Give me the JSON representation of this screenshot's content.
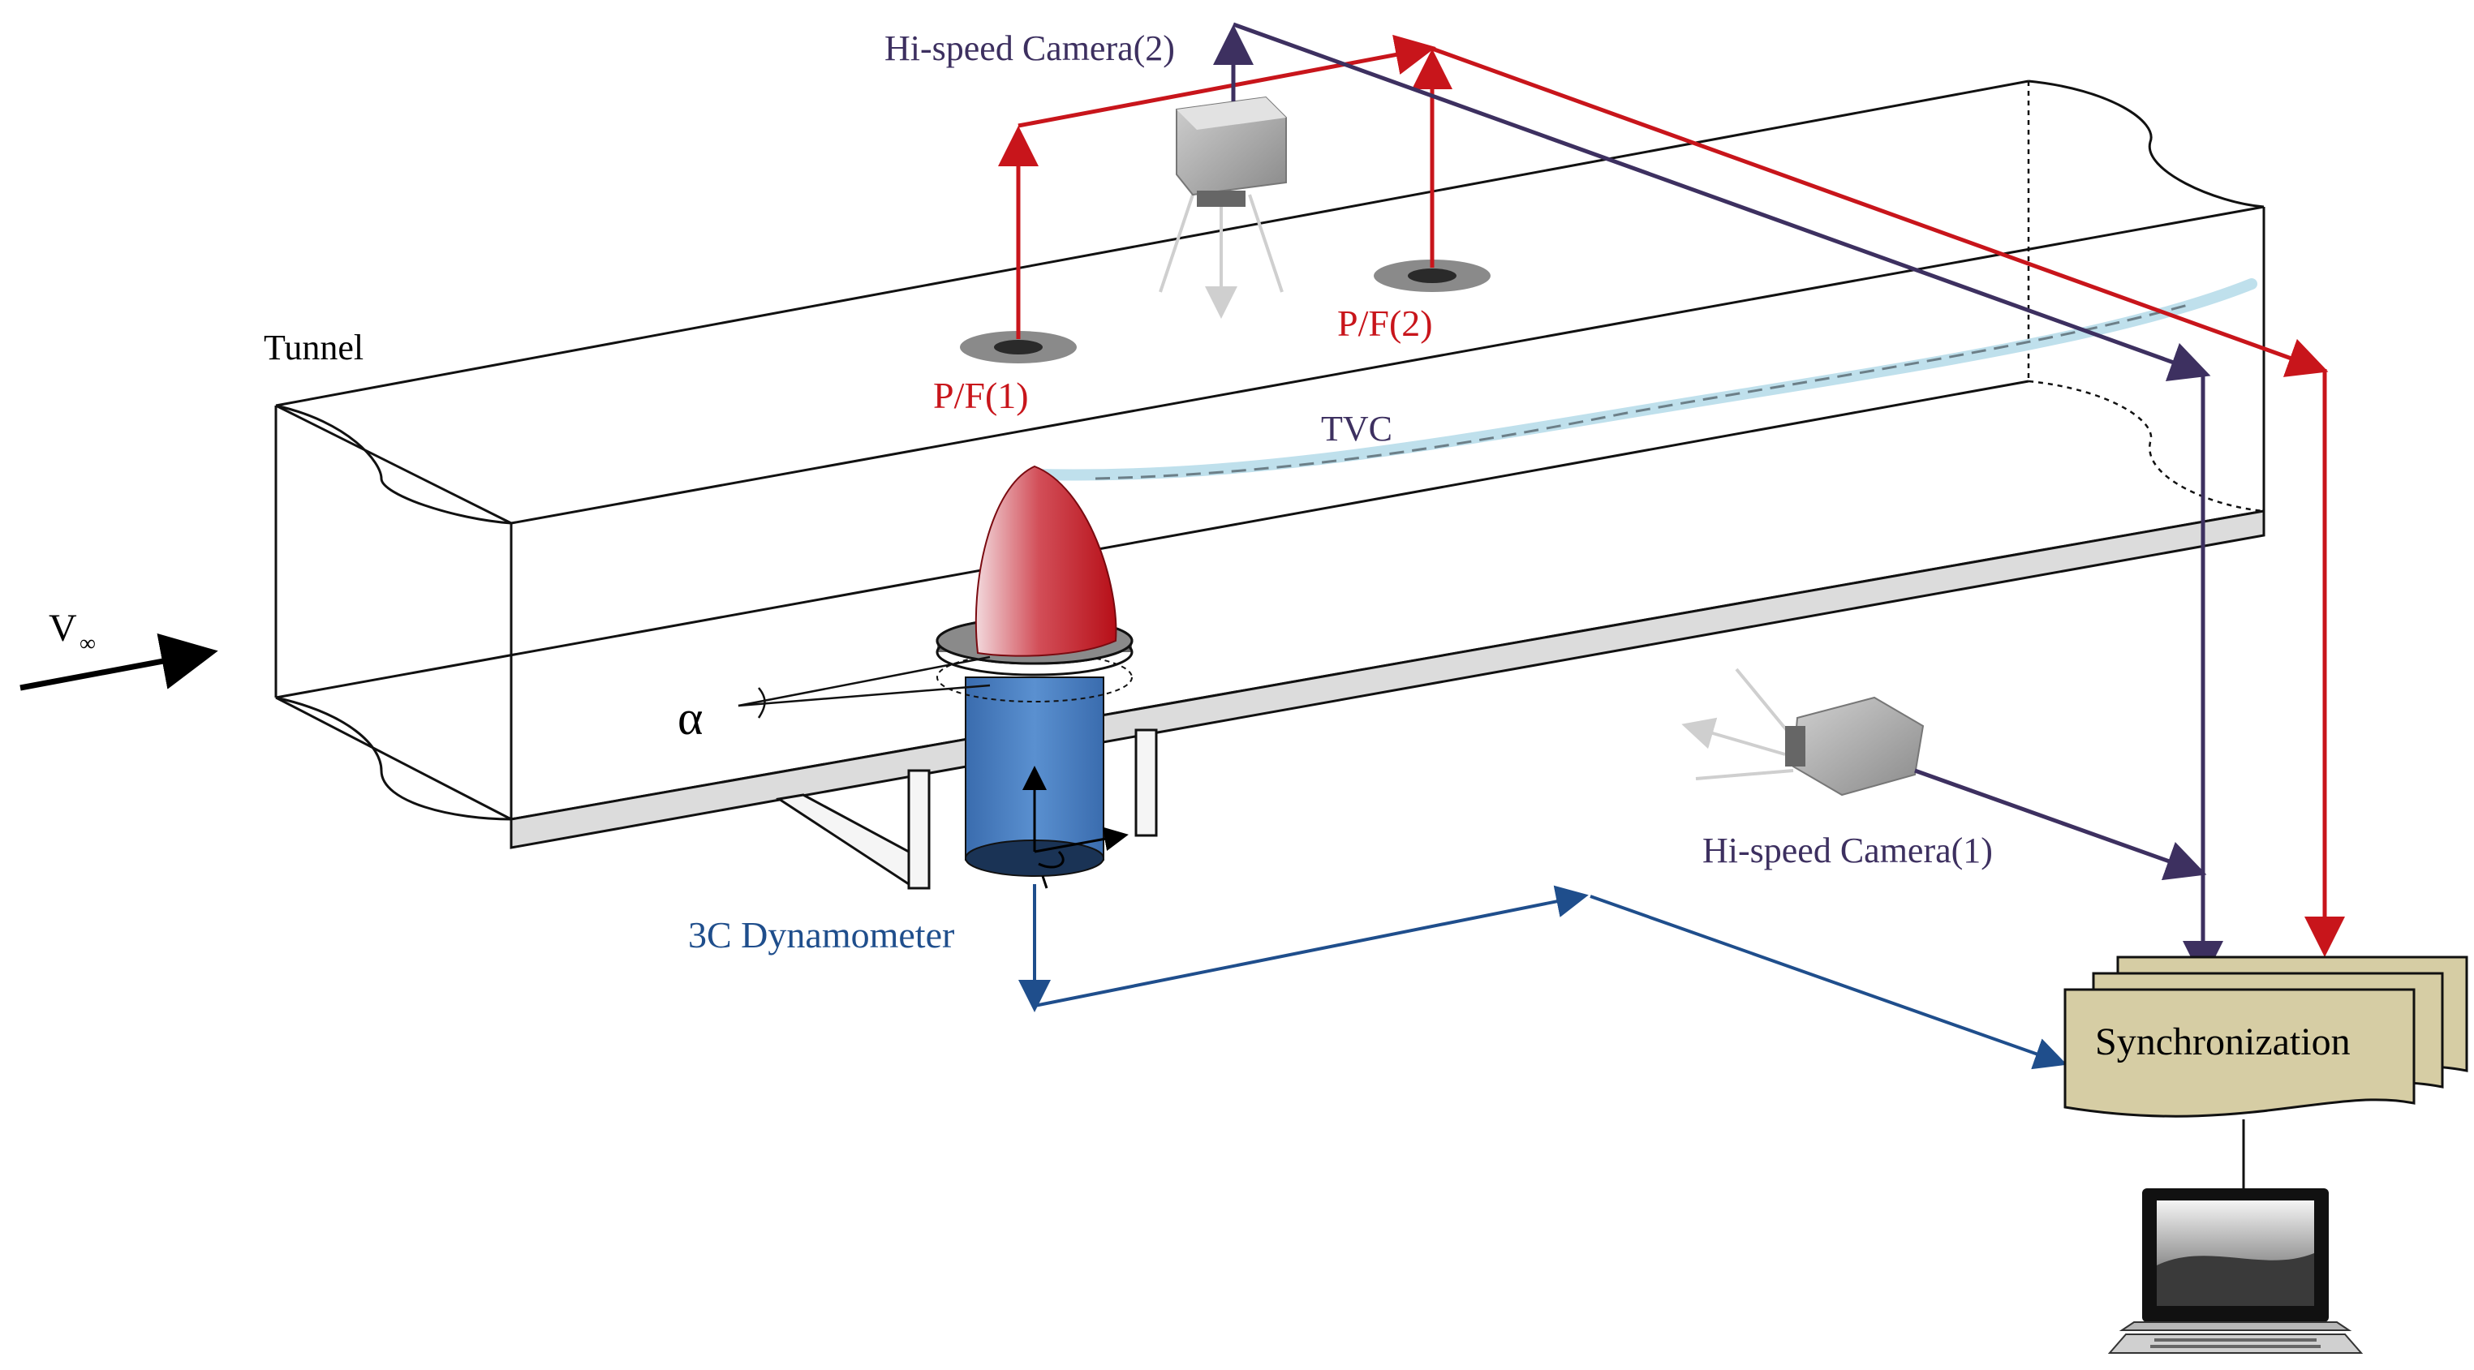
{
  "labels": {
    "camera2": "Hi-speed Camera(2)",
    "tunnel": "Tunnel",
    "pf1": "P/F(1)",
    "pf2": "P/F(2)",
    "tvc": "TVC",
    "velocity": "V",
    "velocity_sub": "∞",
    "alpha": "α",
    "camera1": "Hi-speed Camera(1)",
    "dynamometer": "3C Dynamometer",
    "sync": "Synchronization"
  },
  "colors": {
    "pressure_line": "#c8151b",
    "camera_line": "#3d3060",
    "dynamometer_line": "#1f4e8c",
    "hydrofoil": "#c4161c",
    "cylinder": "#4a7fc0",
    "sync_box": "#d6cda4",
    "vortex": "#bfe0ec"
  },
  "icons": {
    "camera": "camera-icon",
    "laptop": "laptop-icon"
  }
}
